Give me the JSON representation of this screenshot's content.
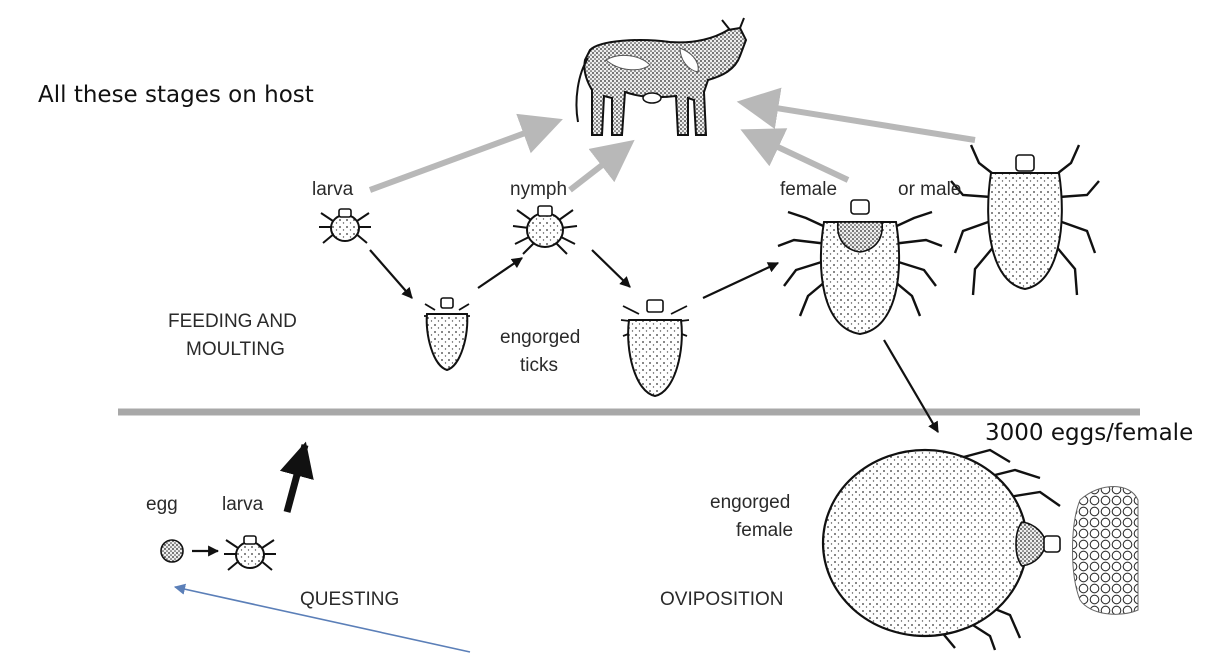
{
  "labels": {
    "host_note": "All these stages on host",
    "larva_top": "larva",
    "nymph": "nymph",
    "female": "female",
    "or_male": "or male",
    "feeding_line1": "FEEDING AND",
    "feeding_line2": "MOULTING",
    "engorged_ticks_line1": "engorged",
    "engorged_ticks_line2": "ticks",
    "eggs_per_female": "3000 eggs/female",
    "egg": "egg",
    "larva_bottom": "larva",
    "engorged_female_line1": "engorged",
    "engorged_female_line2": "female",
    "questing": "QUESTING",
    "oviposition": "OVIPOSITION"
  },
  "icons": {
    "host": "cow-icon",
    "larva": "tick-larva-icon",
    "nymph": "tick-nymph-icon",
    "female": "tick-female-icon",
    "male": "tick-male-icon",
    "engorged": "engorged-tick-icon",
    "egg": "egg-icon",
    "eggs_mass": "egg-mass-icon"
  },
  "colors": {
    "host_arrow": "#b8b8b8",
    "stage_arrow": "#111111",
    "return_arrow": "#5b7fb8",
    "ground_line": "#a8a8a8"
  }
}
